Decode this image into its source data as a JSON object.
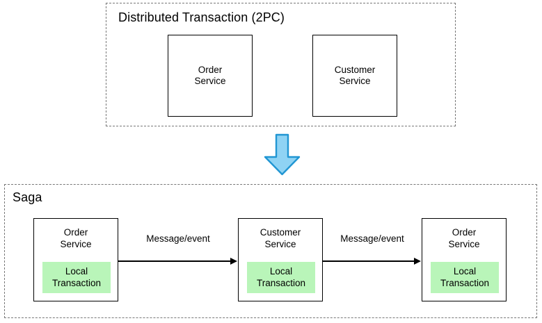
{
  "diagram": {
    "title_top": "Distributed Transaction (2PC)",
    "title_bottom": "Saga",
    "accent_green": "#b9f5b9",
    "accent_blue_fill": "#8fd3f4",
    "accent_blue_stroke": "#2196d3",
    "stroke_black": "#000000",
    "dashed_gray": "#777777"
  },
  "two_pc": {
    "label": "Distributed Transaction (2PC)",
    "services": [
      {
        "name": "Order\nService"
      },
      {
        "name": "Customer\nService"
      }
    ]
  },
  "transition": {
    "icon": "down-arrow-icon"
  },
  "saga": {
    "label": "Saga",
    "steps": [
      {
        "name": "Order\nService",
        "local": "Local\nTransaction"
      },
      {
        "name": "Customer\nService",
        "local": "Local\nTransaction"
      },
      {
        "name": "Order\nService",
        "local": "Local\nTransaction"
      }
    ],
    "edges": [
      {
        "label": "Message/event"
      },
      {
        "label": "Message/event"
      }
    ]
  }
}
